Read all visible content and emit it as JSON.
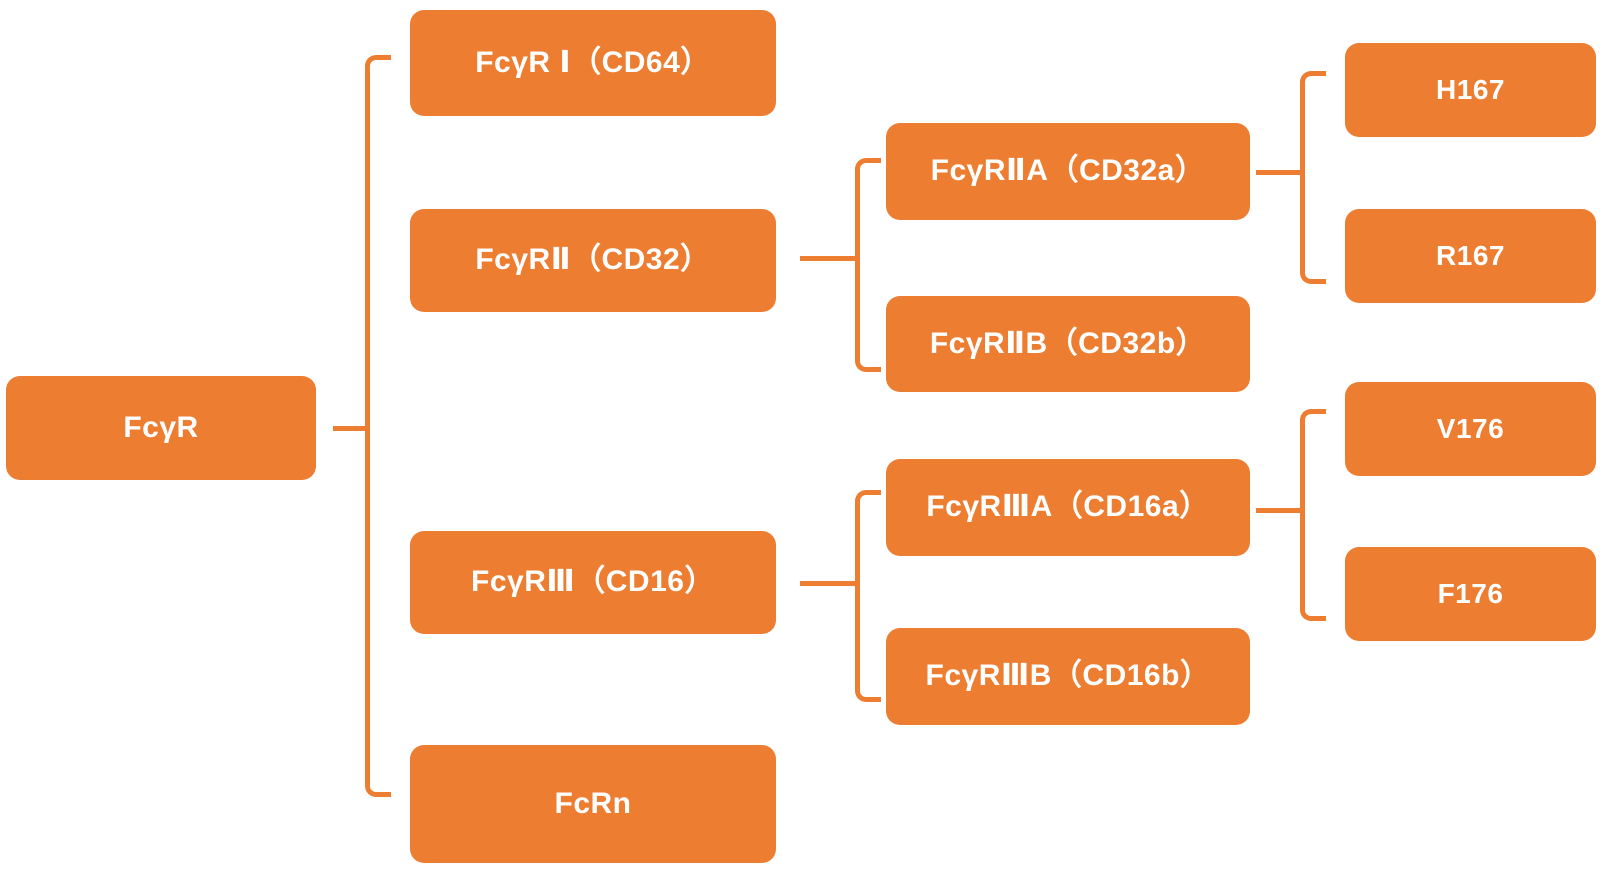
{
  "diagram": {
    "title": "Fc gamma receptor (FcγR) family classification tree",
    "accent_color": "#ED7D31",
    "background_color": "#FFFFFF",
    "text_color": "#FFFFFF",
    "orientation": "left-to-right",
    "levels": 4
  },
  "nodes": {
    "root": {
      "label": "FcγR",
      "level": 1
    },
    "level2": [
      {
        "id": "fcgr1",
        "label": "FcγR Ⅰ（CD64）"
      },
      {
        "id": "fcgr2",
        "label": "FcγRⅡ（CD32）"
      },
      {
        "id": "fcgr3",
        "label": "FcγRⅢ（CD16）"
      },
      {
        "id": "fcrn",
        "label": "FcRn"
      }
    ],
    "level3": [
      {
        "id": "fcgr2a",
        "label": "FcγRⅡA（CD32a）",
        "parent": "fcgr2"
      },
      {
        "id": "fcgr2b",
        "label": "FcγRⅡB（CD32b）",
        "parent": "fcgr2"
      },
      {
        "id": "fcgr3a",
        "label": "FcγRⅢA（CD16a）",
        "parent": "fcgr3"
      },
      {
        "id": "fcgr3b",
        "label": "FcγRⅢB（CD16b）",
        "parent": "fcgr3"
      }
    ],
    "level4": [
      {
        "id": "h167",
        "label": "H167",
        "parent": "fcgr2a"
      },
      {
        "id": "r167",
        "label": "R167",
        "parent": "fcgr2a"
      },
      {
        "id": "v176",
        "label": "V176",
        "parent": "fcgr3a"
      },
      {
        "id": "f176",
        "label": "F176",
        "parent": "fcgr3a"
      }
    ]
  },
  "connectors": [
    {
      "id": "bracket-root",
      "from": "root",
      "to": [
        "fcgr1",
        "fcgr2",
        "fcgr3",
        "fcrn"
      ]
    },
    {
      "id": "bracket-fcgr2",
      "from": "fcgr2",
      "to": [
        "fcgr2a",
        "fcgr2b"
      ]
    },
    {
      "id": "bracket-fcgr3",
      "from": "fcgr3",
      "to": [
        "fcgr3a",
        "fcgr3b"
      ]
    },
    {
      "id": "bracket-fcgr2a",
      "from": "fcgr2a",
      "to": [
        "h167",
        "r167"
      ]
    },
    {
      "id": "bracket-fcgr3a",
      "from": "fcgr3a",
      "to": [
        "v176",
        "f176"
      ]
    }
  ]
}
